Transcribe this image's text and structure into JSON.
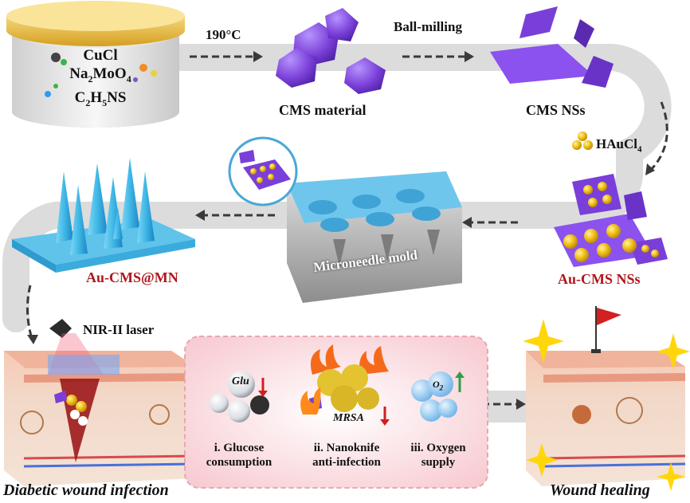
{
  "colors": {
    "band": "#dcdcdc",
    "label_red": "#b0171c",
    "cms_purple": "#7a3fd8",
    "gold": "#f2c21a",
    "mn_blue": "#3fb7e6",
    "panel_pink": "#fbe3e6"
  },
  "reagents": {
    "cucl": "CuCl",
    "na": "Na",
    "na_sub2": "2",
    "moo": "MoO",
    "moo_sub4": "4",
    "c": "C",
    "c_sub2": "2",
    "h": "H",
    "h_sub5": "5",
    "ns": "NS"
  },
  "steps": {
    "temp": "190°C",
    "ballmill": "Ball-milling",
    "cms_material": "CMS material",
    "cms_nss": "CMS NSs",
    "hauc": "HAuCl",
    "hauc_sub": "4",
    "au_cms_nss": "Au-CMS NSs",
    "mold": "Microneedle mold",
    "au_cms_mn": "Au-CMS@MN",
    "laser": "NIR-II laser"
  },
  "therapy": {
    "glu": "Glu",
    "mrsa": "MRSA",
    "o2": "O",
    "o2_sub": "2",
    "glucose_line1": "i. Glucose",
    "glucose_line2": "consumption",
    "nanoknife_line1": "ii. Nanoknife",
    "nanoknife_line2": "anti-infection",
    "oxygen_line1": "iii. Oxygen",
    "oxygen_line2": "supply"
  },
  "bottom": {
    "infection": "Diabetic wound infection",
    "healing": "Wound healing"
  },
  "icons": [
    "arrow-dashed-icon",
    "gold-cluster-icon",
    "laser-icon",
    "flag-icon",
    "sparkle-icon",
    "arrow-down-icon",
    "arrow-up-icon",
    "flame-icon"
  ]
}
